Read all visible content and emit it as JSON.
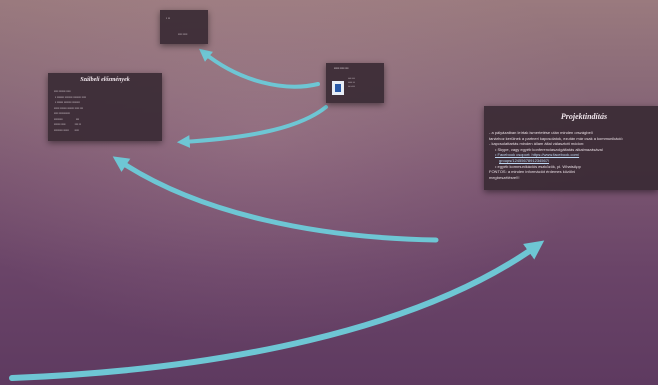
{
  "frames": {
    "right": {
      "title": "Projektindítás",
      "lines": [
        "- a pályázatban leírtak ismertetése után minden országbeli",
        "tanárhoz kerülnek a partneri kapcsolatok, ezután már csak a kommunikáció",
        "- kapcsolattartás minden állam által választott módon:",
        "• Skype, vagy egyéb konferenciaszolgáltatás alkalmazásával",
        "• Facebook csoport: https://www.facebook.com/",
        "groups/1245567891234567/",
        "• egyéb kommunikációs eszközök, pl. WhatsApp",
        "FONTOS: a minden információt érdemes közölni",
        "megbeszélésre!!!"
      ]
    },
    "left": {
      "title": "Szálbeli előzmények"
    }
  },
  "colors": {
    "arrow": "#6ec6d4"
  }
}
